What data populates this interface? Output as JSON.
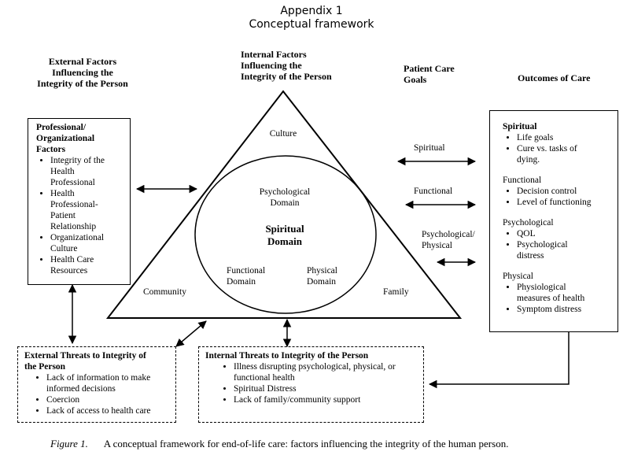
{
  "header": {
    "line1": "Appendix 1",
    "line2": "Conceptual framework"
  },
  "columns": {
    "external_factors": [
      "External Factors",
      "Influencing the",
      "Integrity of the Person"
    ],
    "internal_factors": [
      "Internal Factors",
      "Influencing the",
      "Integrity of the Person"
    ],
    "patient_goals": [
      "Patient Care",
      "Goals"
    ],
    "outcomes": "Outcomes of Care"
  },
  "professional_box": {
    "title": [
      "Professional/",
      "Organizational",
      "Factors"
    ],
    "items": [
      [
        "Integrity of the",
        "Health",
        "Professional"
      ],
      [
        "Health",
        "Professional-",
        "Patient",
        "Relationship"
      ],
      [
        "Organizational",
        "Culture"
      ],
      [
        "Health Care",
        "Resources"
      ]
    ]
  },
  "triangle": {
    "culture": "Culture",
    "community": "Community",
    "family": "Family",
    "psychological": [
      "Psychological",
      "Domain"
    ],
    "spiritual": [
      "Spiritual",
      "Domain"
    ],
    "functional": [
      "Functional",
      "Domain"
    ],
    "physical": [
      "Physical",
      "Domain"
    ]
  },
  "goals": {
    "spiritual": "Spiritual",
    "functional": "Functional",
    "psychological": [
      "Psychological/",
      "Physical"
    ]
  },
  "outcomes_box": {
    "sections": [
      {
        "title": "Spiritual",
        "bold": true,
        "items": [
          [
            "Life goals"
          ],
          [
            "Cure vs. tasks of",
            "dying."
          ]
        ]
      },
      {
        "title": "Functional",
        "bold": false,
        "items": [
          [
            "Decision control"
          ],
          [
            "Level of functioning"
          ]
        ]
      },
      {
        "title": "Psychological",
        "bold": false,
        "items": [
          [
            "QOL"
          ],
          [
            "Psychological",
            "distress"
          ]
        ]
      },
      {
        "title": "Physical",
        "bold": false,
        "items": [
          [
            "Physiological",
            "measures of health"
          ],
          [
            "Symptom distress"
          ]
        ]
      }
    ]
  },
  "external_threats": {
    "title": [
      "External Threats to Integrity of",
      "the Person"
    ],
    "items": [
      [
        "Lack of information to make",
        "informed decisions"
      ],
      [
        "Coercion"
      ],
      [
        "Lack of access to health care"
      ]
    ]
  },
  "internal_threats": {
    "title": "Internal Threats to Integrity of the Person",
    "items": [
      [
        "Illness disrupting psychological, physical, or",
        "functional health"
      ],
      [
        "Spiritual Distress"
      ],
      [
        "Lack of family/community support"
      ]
    ]
  },
  "caption": {
    "label": "Figure 1.",
    "text": "A conceptual framework for end-of-life care: factors influencing the integrity of the human person."
  }
}
